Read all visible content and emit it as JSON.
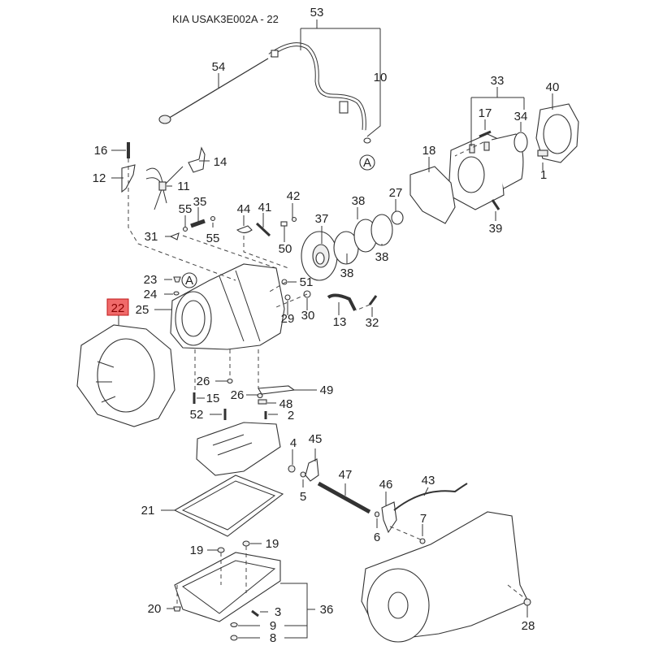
{
  "title": "KIA USAK3E002A - 22",
  "highlight": {
    "label": "22",
    "fill": "#f06a6a",
    "border": "#c01818"
  },
  "reference_marker": "A",
  "callouts": {
    "c53": "53",
    "c54": "54",
    "c10": "10",
    "c33": "33",
    "c40": "40",
    "c17": "17",
    "c34": "34",
    "c16": "16",
    "c14": "14",
    "c12": "12",
    "c11": "11",
    "c18": "18",
    "c1": "1",
    "c42": "42",
    "c38a": "38",
    "c27": "27",
    "c35": "35",
    "c55a": "55",
    "c44": "44",
    "c41": "41",
    "c37": "37",
    "c38b": "38",
    "c38c": "38",
    "c39": "39",
    "c31": "31",
    "c55b": "55",
    "c50": "50",
    "c23": "23",
    "c51": "51",
    "c24": "24",
    "c25": "25",
    "c29": "29",
    "c30": "30",
    "c13": "13",
    "c32": "32",
    "c26a": "26",
    "c15": "15",
    "c26b": "26",
    "c49": "49",
    "c48": "48",
    "c52": "52",
    "c2": "2",
    "c4": "4",
    "c45": "45",
    "c47": "47",
    "c46": "46",
    "c43": "43",
    "c5": "5",
    "c21": "21",
    "c6": "6",
    "c7": "7",
    "c19a": "19",
    "c19b": "19",
    "c20": "20",
    "c3": "3",
    "c36": "36",
    "c9": "9",
    "c8": "8",
    "c28": "28"
  }
}
